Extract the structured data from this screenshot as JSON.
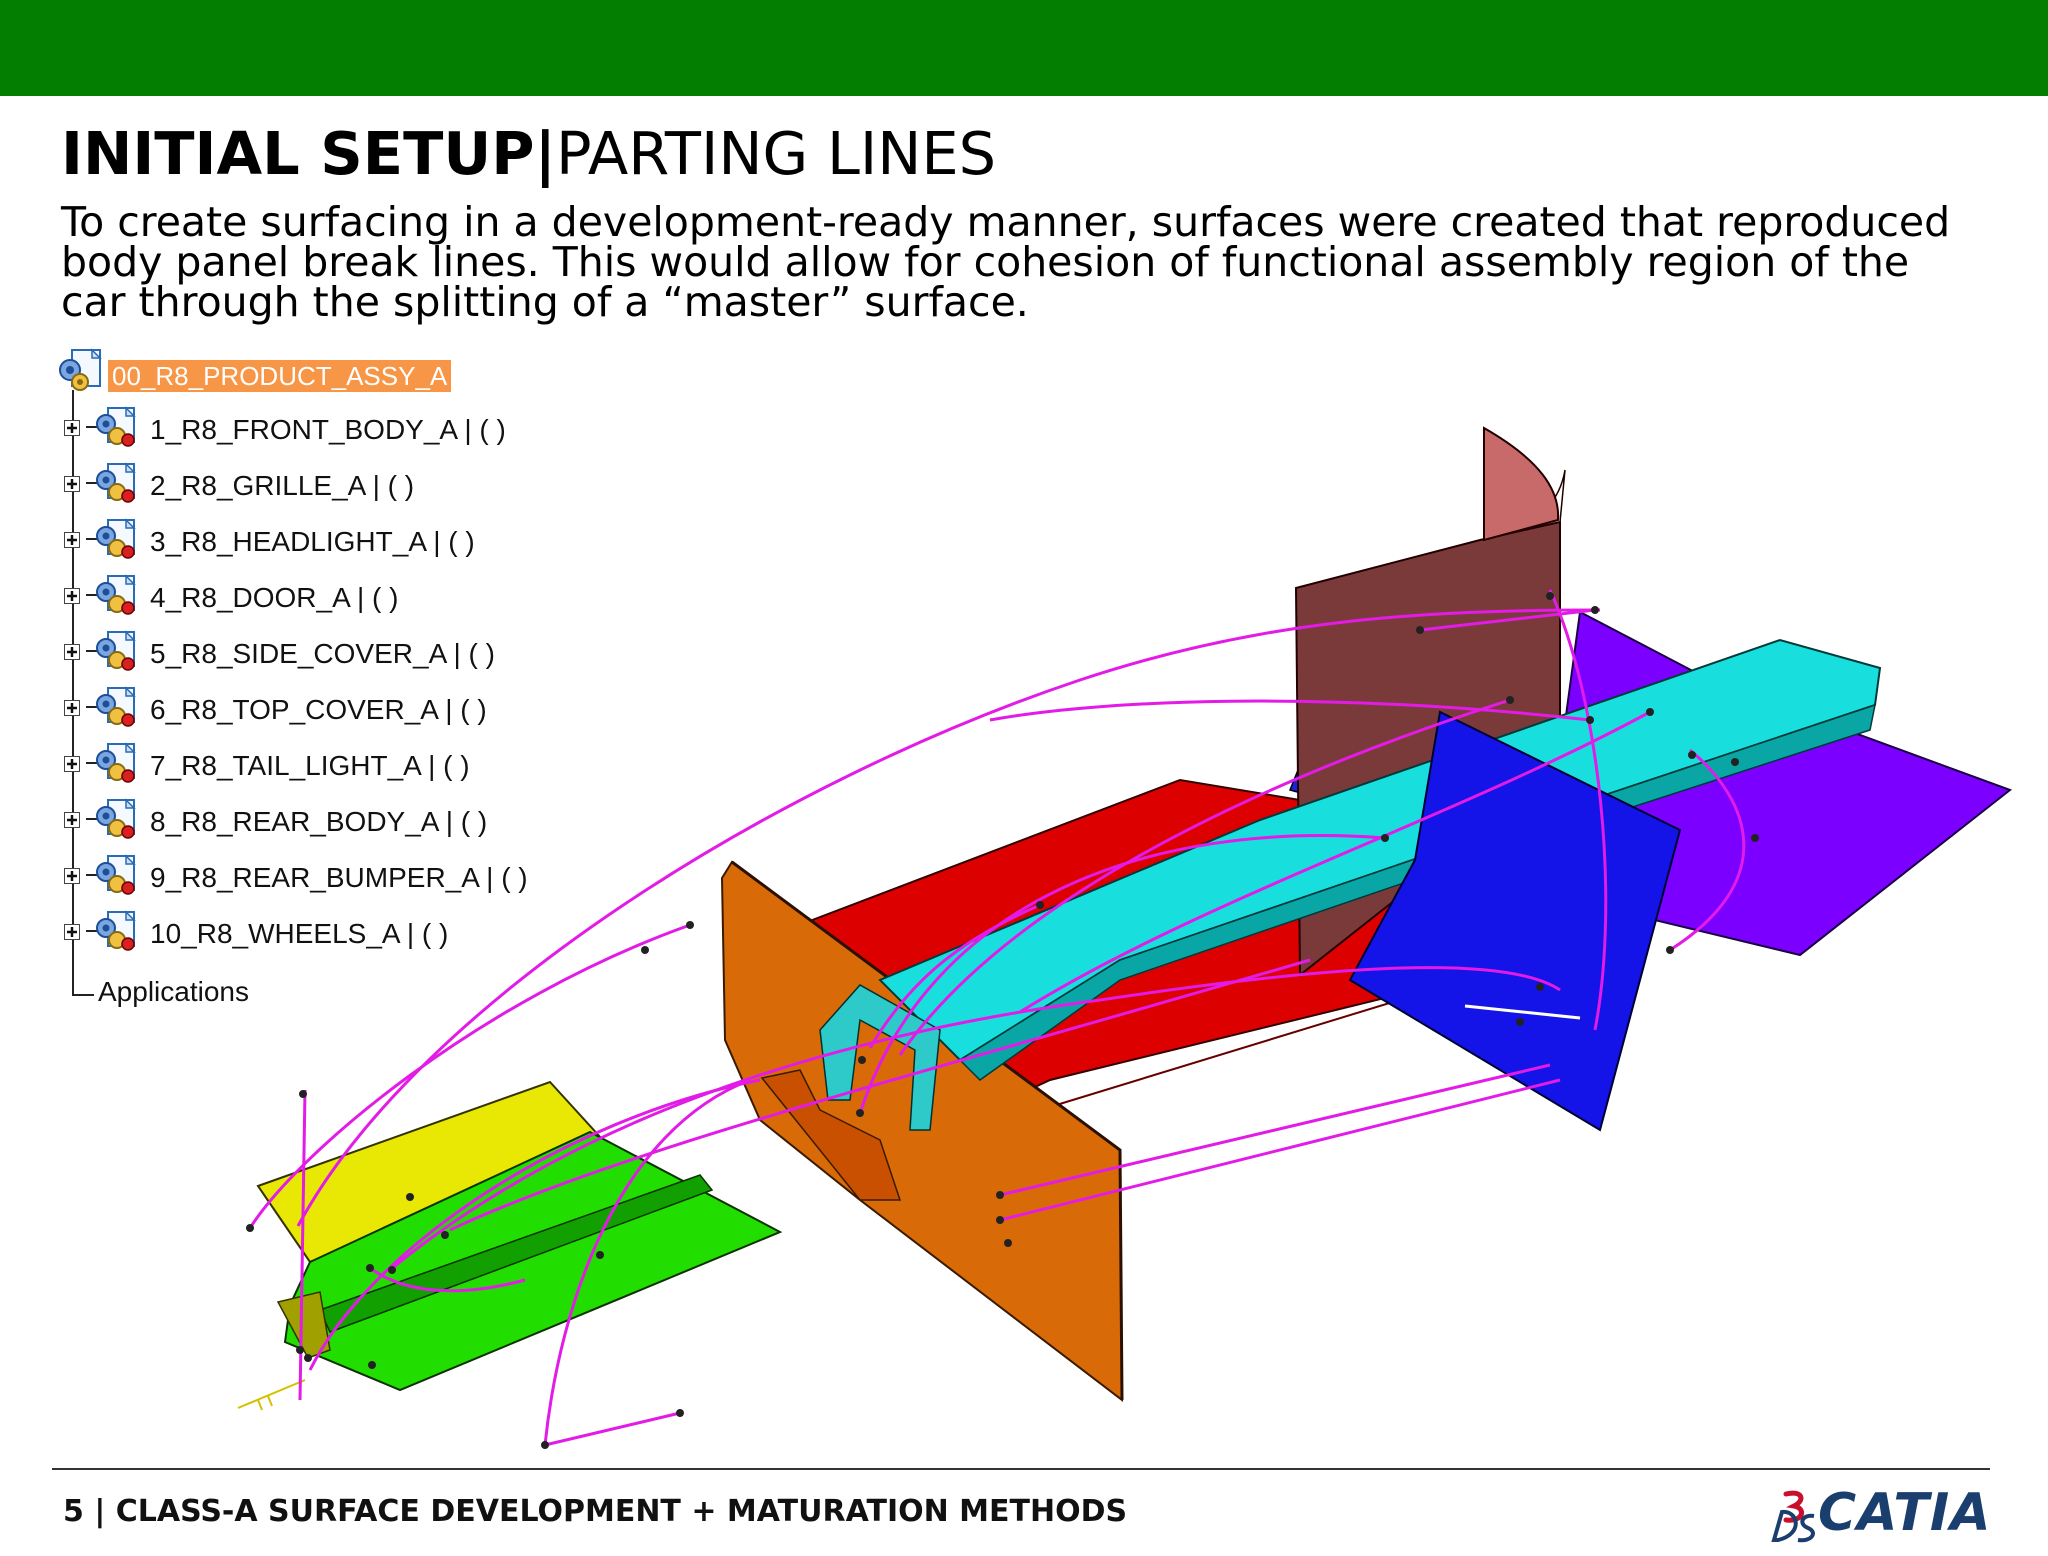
{
  "slide": {
    "title_bold": "INITIAL SETUP",
    "title_sep": "|",
    "title_light": "PARTING LINES",
    "description_lines": [
      "To create surfacing in a development-ready manner, surfaces were created that reproduced",
      "body panel break lines. This would allow for cohesion of functional assembly region of the",
      "car through the splitting of a “master” surface."
    ],
    "colors": {
      "top_band": "#037e00",
      "selected_node": "#f79646",
      "parting_lines": "#e21be6"
    }
  },
  "tree": {
    "root": "00_R8_PRODUCT_ASSY_A",
    "nodes": [
      "1_R8_FRONT_BODY_A | ( )",
      "2_R8_GRILLE_A | ( )",
      "3_R8_HEADLIGHT_A | ( )",
      "4_R8_DOOR_A | ( )",
      "5_R8_SIDE_COVER_A | ( )",
      "6_R8_TOP_COVER_A | ( )",
      "7_R8_TAIL_LIGHT_A | ( )",
      "8_R8_REAR_BODY_A | ( )",
      "9_R8_REAR_BUMPER_A | ( )",
      "10_R8_WHEELS_A | ( )"
    ],
    "applications": "Applications",
    "icons": {
      "product": "product-assembly-icon",
      "expand": "expand-plus-icon"
    }
  },
  "footer": {
    "text": "5 | CLASS-A SURFACE DEVELOPMENT + MATURATION METHODS",
    "logo_text": "CATIA",
    "logo_icon": "3ds-logo-icon"
  }
}
